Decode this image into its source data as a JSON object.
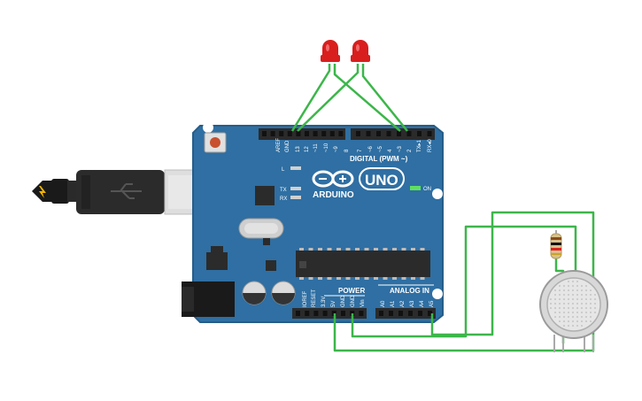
{
  "board": {
    "brand": "ARDUINO",
    "model": "UNO",
    "power_led": "ON",
    "digital_header_label": "DIGITAL (PWM ~)",
    "power_header_label": "POWER",
    "analog_header_label": "ANALOG IN",
    "led_l": "L",
    "led_tx": "TX",
    "led_rx": "RX",
    "top_pins": [
      "AREF",
      "GND",
      "13",
      "12",
      "~11",
      "~10",
      "~9",
      "8",
      "7",
      "~6",
      "~5",
      "4",
      "~3",
      "2",
      "TX▸1",
      "RX◂0"
    ],
    "power_pins": [
      "IOREF",
      "RESET",
      "3.3V",
      "5V",
      "GND",
      "GND",
      "Vin"
    ],
    "analog_pins": [
      "A0",
      "A1",
      "A2",
      "A3",
      "A4",
      "A5"
    ],
    "colors": {
      "board": "#2f6fa3",
      "header": "#2b2b2b",
      "wire": "#3cb64a",
      "led": "#d91e1e",
      "power_led": "#5fe05f"
    }
  },
  "components": {
    "leds": [
      "red-led",
      "red-led"
    ],
    "resistor": "resistor",
    "sensor": "gas-sensor",
    "usb": "usb-cable"
  }
}
